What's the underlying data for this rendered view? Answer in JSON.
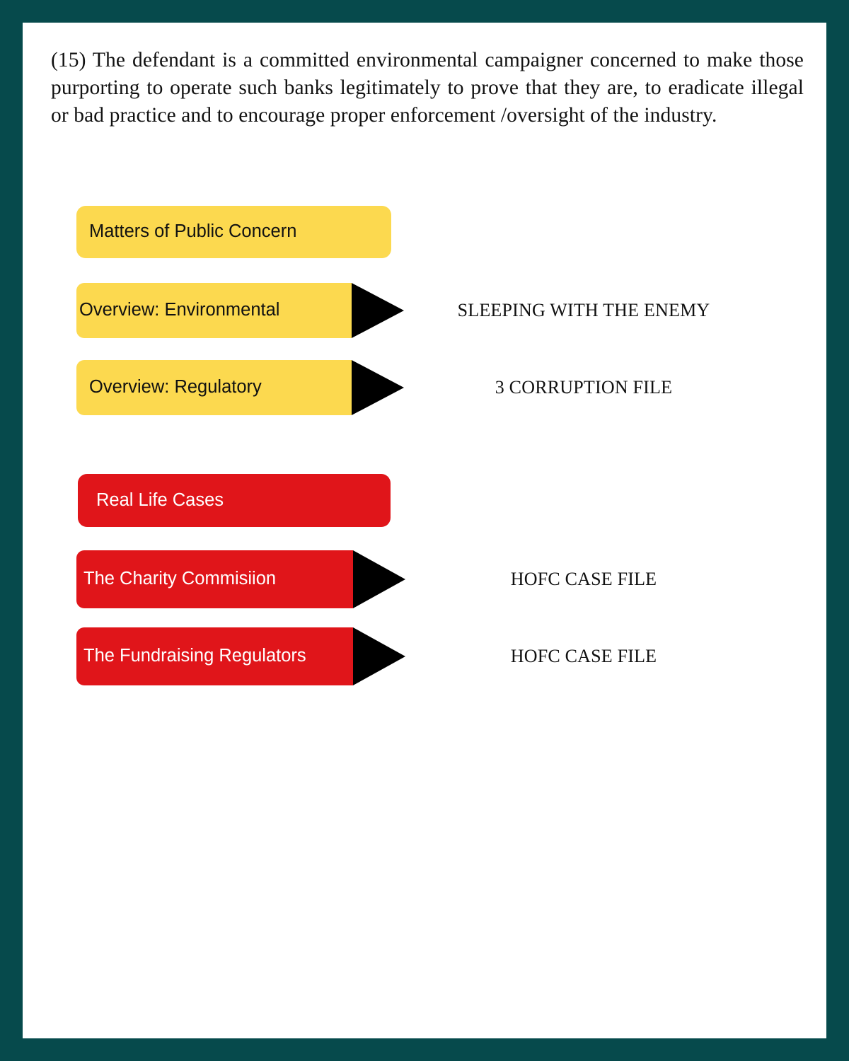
{
  "page": {
    "border_color": "#064A4C",
    "background_color": "#FFFFFF"
  },
  "paragraph": {
    "text": "(15) The defendant is a committed environmental campaigner concerned to make those purporting to operate such banks legitimately to prove that they are, to eradicate illegal or bad practice and to encourage proper enforcement /oversight of the industry."
  },
  "palette": {
    "yellow": "#FCD94F",
    "red": "#E0151A",
    "arrow_black": "#000000",
    "text_dark": "#111111",
    "text_light": "#FFFFFF"
  },
  "sections": [
    {
      "id": "public-concern",
      "color": "yellow",
      "heading": "Matters of Public Concern",
      "rows": [
        {
          "box_label": "Overview: Environmental",
          "side_label": "SLEEPING WITH THE ENEMY"
        },
        {
          "box_label": "Overview: Regulatory",
          "side_label": "3 CORRUPTION FILE"
        }
      ]
    },
    {
      "id": "real-life-cases",
      "color": "red",
      "heading": "Real Life Cases",
      "rows": [
        {
          "box_label": "The Charity Commisiion",
          "side_label": "HOFC CASE FILE"
        },
        {
          "box_label": "The Fundraising Regulators",
          "side_label": "HOFC CASE FILE"
        }
      ]
    }
  ]
}
